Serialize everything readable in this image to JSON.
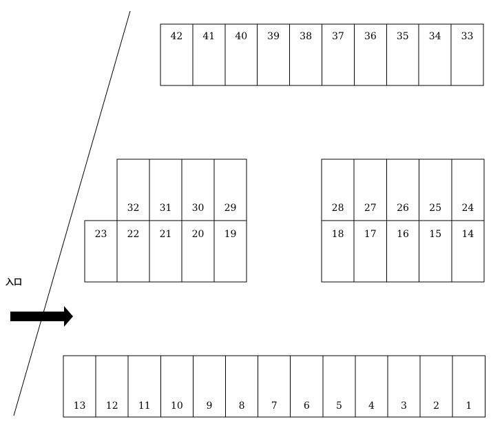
{
  "entrance": {
    "label": "入口"
  },
  "rows": [
    {
      "name": "top-row",
      "labels": [
        "42",
        "41",
        "40",
        "39",
        "38",
        "37",
        "36",
        "35",
        "34",
        "33"
      ]
    },
    {
      "name": "middle-left-upper-row",
      "labels": [
        "32",
        "31",
        "30",
        "29"
      ]
    },
    {
      "name": "middle-left-lower-row",
      "labels": [
        "23",
        "22",
        "21",
        "20",
        "19"
      ]
    },
    {
      "name": "middle-right-upper-row",
      "labels": [
        "28",
        "27",
        "26",
        "25",
        "24"
      ]
    },
    {
      "name": "middle-right-lower-row",
      "labels": [
        "18",
        "17",
        "16",
        "15",
        "14"
      ]
    },
    {
      "name": "bottom-row",
      "labels": [
        "13",
        "12",
        "11",
        "10",
        "9",
        "8",
        "7",
        "6",
        "5",
        "4",
        "3",
        "2",
        "1"
      ]
    }
  ]
}
